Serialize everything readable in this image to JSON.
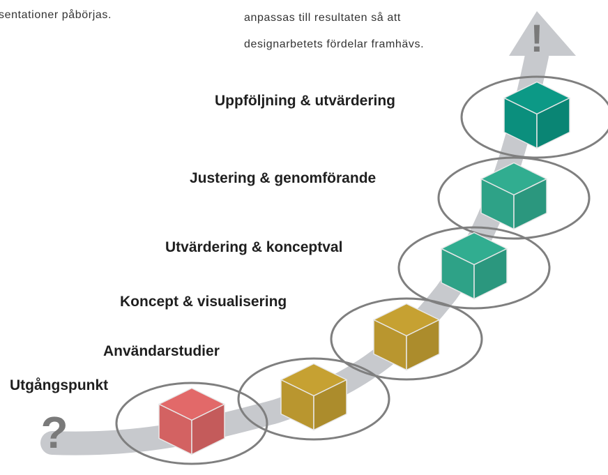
{
  "intro_text": {
    "left_fragment": "sentationer påbörjas.",
    "right_line_1": "anpassas till resultaten så att",
    "right_line_2": "designarbetets fördelar framhävs."
  },
  "markers": {
    "start_symbol": "?",
    "end_symbol": "!"
  },
  "steps": [
    {
      "label": "Utgångspunkt",
      "cube_color": "#d36262"
    },
    {
      "label": "Användarstudier",
      "cube_color": "#b9962f"
    },
    {
      "label": "Koncept & visualisering",
      "cube_color": "#b9962f"
    },
    {
      "label": "Utvärdering & konceptval",
      "cube_color": "#2ea287"
    },
    {
      "label": "Justering & genomförande",
      "cube_color": "#2ea287"
    },
    {
      "label": "Uppföljning & utvärdering",
      "cube_color": "#0b8f7d"
    }
  ],
  "colors": {
    "path": "#c7c9cd",
    "ring": "#7f7f7f",
    "cube_edge": "#e8e8e8",
    "marker": "#7a7a7a"
  }
}
